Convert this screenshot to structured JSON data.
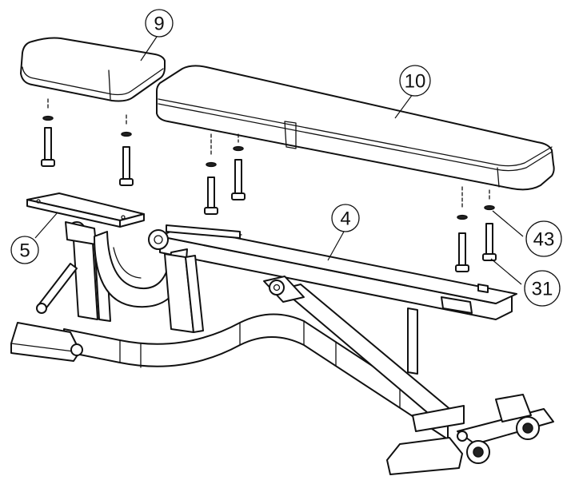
{
  "callouts": {
    "c9": "9",
    "c10": "10",
    "c4": "4",
    "c5": "5",
    "c43": "43",
    "c31": "31"
  }
}
